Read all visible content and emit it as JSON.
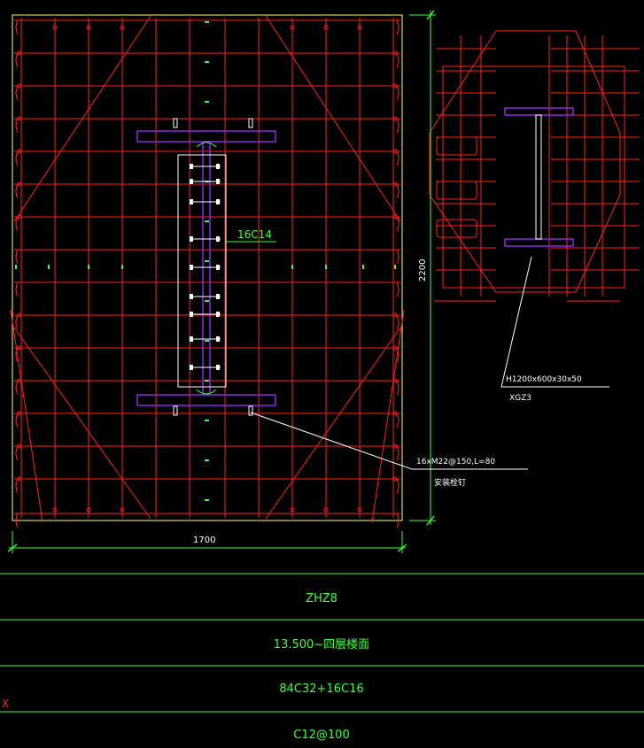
{
  "colors": {
    "background": "#000000",
    "rebar": "#ff2020",
    "steel": "#8a2be2",
    "dimension": "#3cff3c",
    "outline": "#ffff66",
    "leader": "#ffffff",
    "table_line": "#3cff3c"
  },
  "main_section": {
    "dim_width": "1700",
    "dim_height": "2200",
    "stud_rebar_label": "16C14",
    "bolt_label": "16xM22@150,L=80",
    "bolt_note": "安装栓钉"
  },
  "detail_section": {
    "steel_label": "H1200x600x30x50",
    "steel_code": "XGZ3"
  },
  "table": {
    "rows": [
      "ZHZ8",
      "13.500~四层楼面",
      "84C32+16C16",
      "C12@100"
    ]
  },
  "axis_marker": "X"
}
